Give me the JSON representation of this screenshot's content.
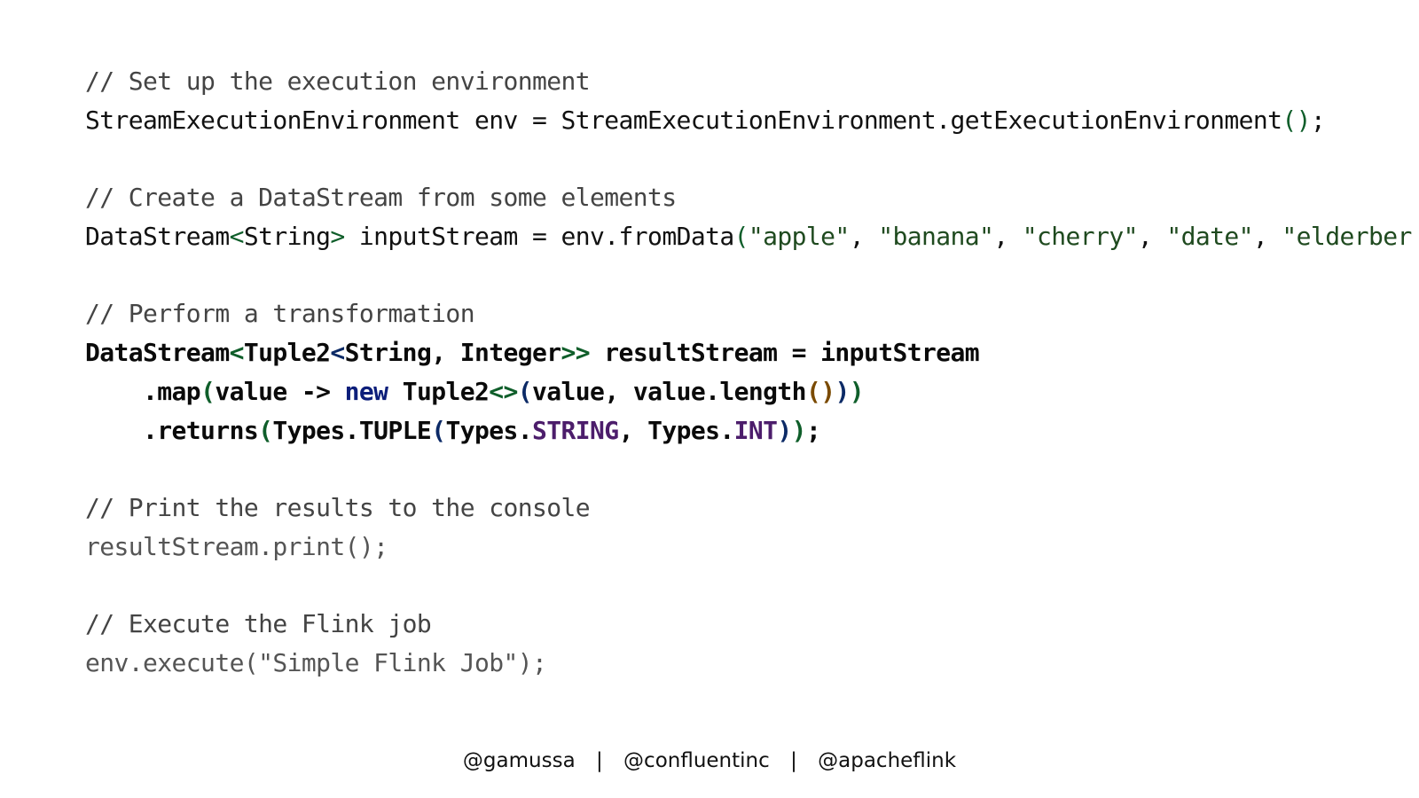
{
  "code": {
    "line1": "// Set up the execution environment",
    "line2": {
      "a": "StreamExecutionEnvironment env = StreamExecutionEnvironment.getExecutionEnvironment",
      "b": "()",
      "c": ";"
    },
    "line3": "// Create a DataStream from some elements",
    "line4": {
      "a": "DataStream",
      "b": "<",
      "c": "String",
      "d": ">",
      "e": " inputStream = env.fromData",
      "f": "(",
      "s1": "\"apple\"",
      "comma1": ", ",
      "s2": "\"banana\"",
      "comma2": ", ",
      "s3": "\"cherry\"",
      "comma3": ", ",
      "s4": "\"date\"",
      "comma4": ", ",
      "s5": "\"elderberry\"",
      "g": ")",
      "h": ";"
    },
    "line5": "// Perform a transformation",
    "line6": {
      "a": "DataStream",
      "b": "<",
      "c": "Tuple2",
      "d": "<",
      "e": "String, Integer",
      "f": ">>",
      "g": " resultStream = inputStream"
    },
    "line7": {
      "a": "    .map",
      "b": "(",
      "c": "value -> ",
      "d": "new",
      "e": " Tuple2",
      "f": "<>",
      "g": "(",
      "h": "value, value.length",
      "i": "()",
      "j": ")",
      "k": ")"
    },
    "line8": {
      "a": "    .returns",
      "b": "(",
      "c": "Types.TUPLE",
      "d": "(",
      "e": "Types.",
      "f": "STRING",
      "g": ", Types.",
      "h": "INT",
      "i": ")",
      "j": ")",
      "k": ";"
    },
    "line9": "// Print the results to the console",
    "line10": "resultStream.print();",
    "line11": "// Execute the Flink job",
    "line12": "env.execute(\"Simple Flink Job\");"
  },
  "footer": {
    "handle1": "@gamussa",
    "sep1": "|",
    "handle2": "@confluentinc",
    "sep2": "|",
    "handle3": "@apacheflink"
  }
}
